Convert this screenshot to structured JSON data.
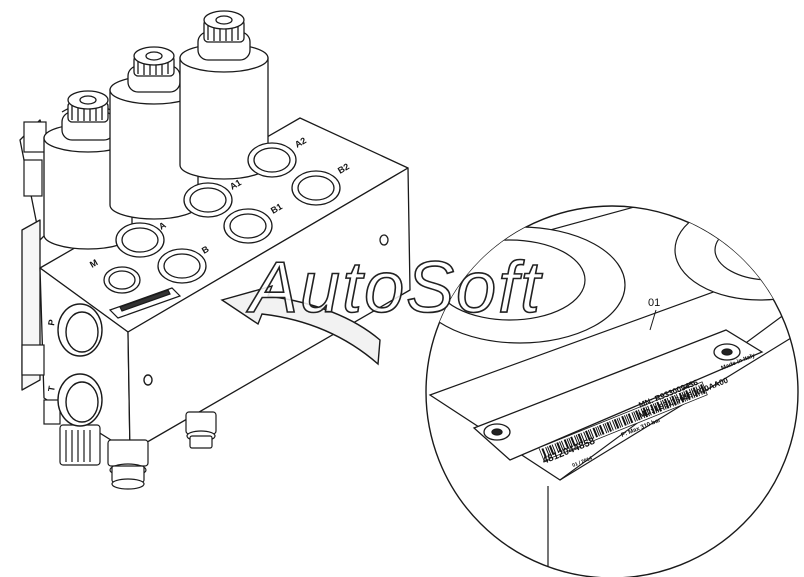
{
  "ports": {
    "A2": "A2",
    "B2": "B2",
    "A1": "A1",
    "B1": "B1",
    "A": "A",
    "B": "B",
    "M": "M",
    "P": "P",
    "T": "T"
  },
  "callout": {
    "number": "01"
  },
  "nameplate": {
    "mn": "MN: R933009436",
    "md": "MD: L931166560030AA00",
    "made_in": "Made in Italy",
    "part_number": "4812044858",
    "date": "01 / 2014",
    "pressure": "P: Max 310 bar"
  },
  "watermark": "AutoSoft",
  "colors": {
    "line": "#1a1a1a",
    "background": "#ffffff",
    "watermark_stroke": "#222222"
  }
}
